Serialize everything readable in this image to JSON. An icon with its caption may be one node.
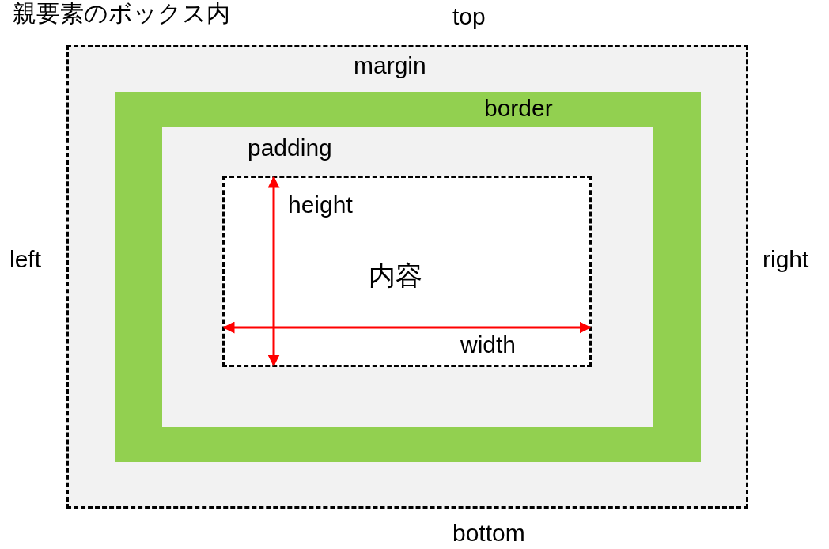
{
  "diagram": {
    "title": "親要素のボックス内",
    "nodes": [
      {
        "text": [
          "margin"
        ]
      },
      {
        "text": [
          "border"
        ],
        "in": 0
      },
      {
        "text": [
          "padding"
        ],
        "in": 1
      },
      {
        "text": [
          "内容"
        ],
        "in": 2
      }
    ],
    "labels": [
      "top",
      "left",
      "right",
      "height",
      "width",
      "bottom"
    ]
  }
}
